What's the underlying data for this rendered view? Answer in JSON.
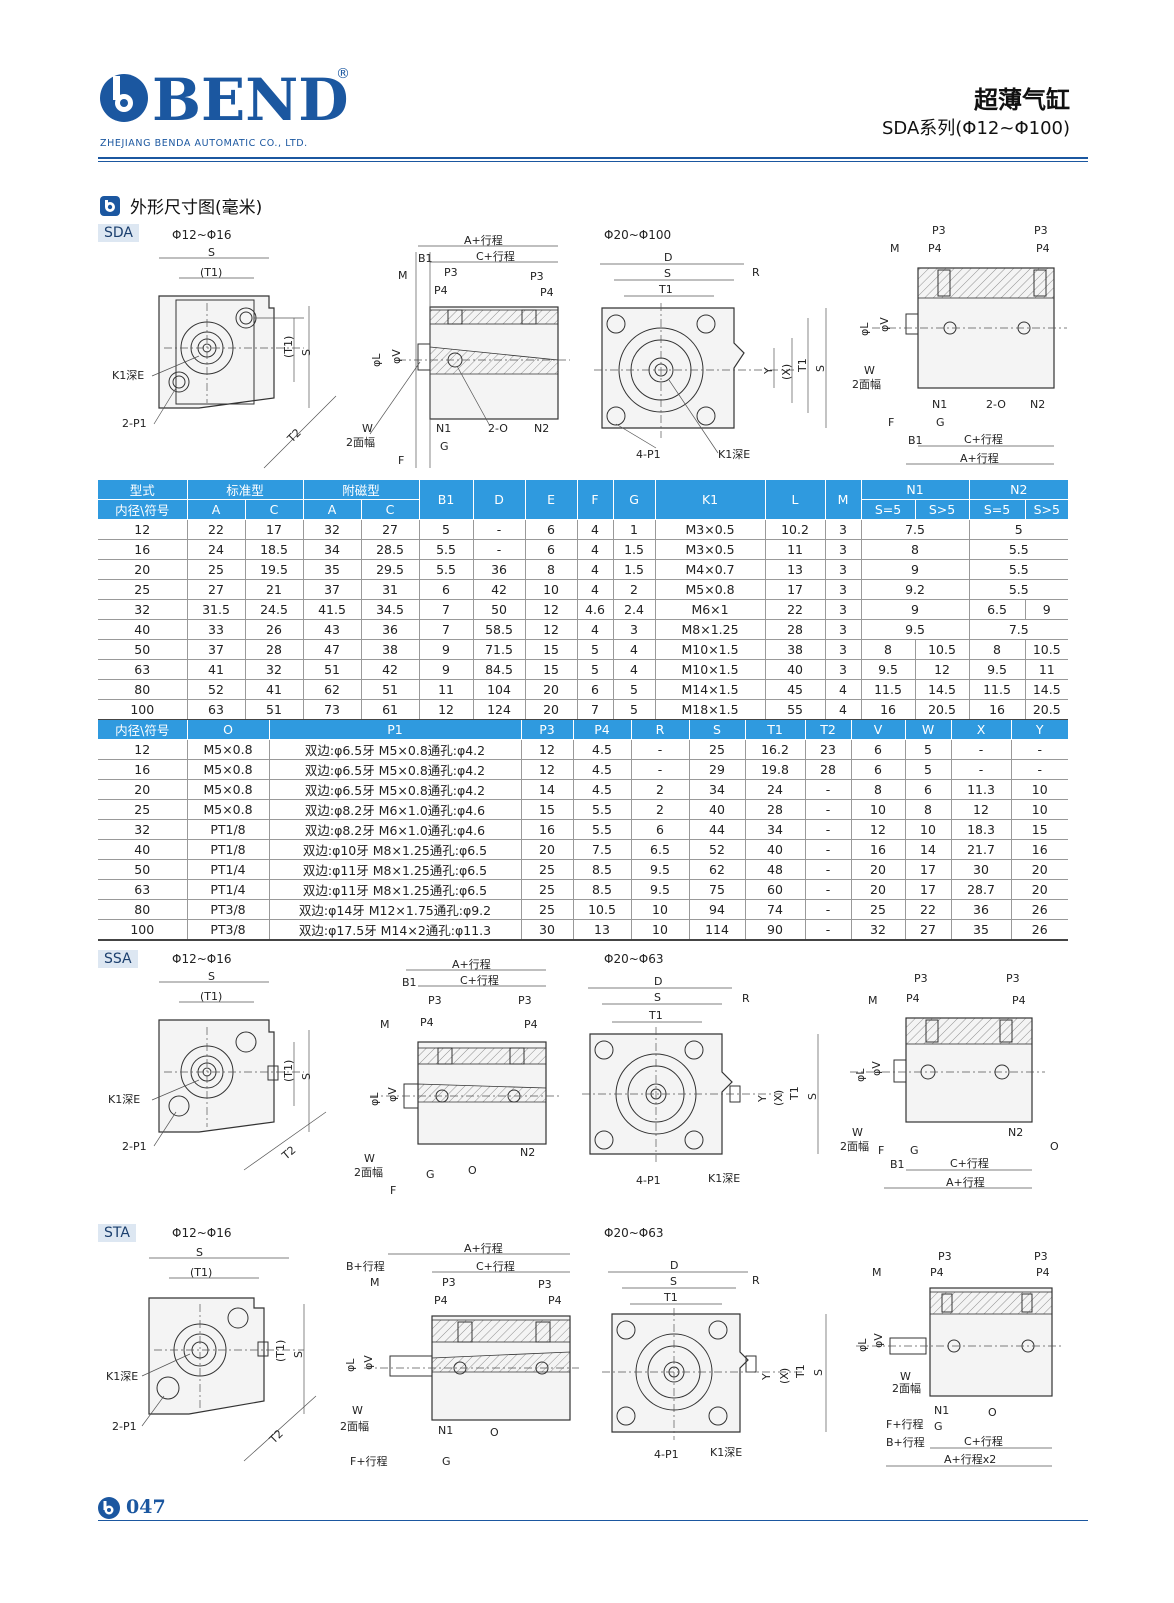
{
  "header": {
    "brand": "BEND",
    "brand_mark": "®",
    "company": "ZHEJIANG BENDA AUTOMATIC CO., LTD.",
    "title": "超薄气缸",
    "subtitle": "SDA系列(Φ12~Φ100)"
  },
  "section": {
    "title": "外形尺寸图(毫米)"
  },
  "sda": {
    "tag": "SDA",
    "small_range": "Φ12~Φ16",
    "large_range": "Φ20~Φ100",
    "labels": {
      "S": "S",
      "T1p": "(T1)",
      "K1": "K1深E",
      "P1": "2-P1",
      "T2": "T2",
      "Tp": "(T1)",
      "A": "A+行程",
      "C": "C+行程",
      "B1": "B1",
      "M": "M",
      "P3": "P3",
      "P4": "P4",
      "phiL": "φL",
      "phiV": "φV",
      "W": "W",
      "W2": "2面幅",
      "N1": "N1",
      "O2": "2-O",
      "N2": "N2",
      "G": "G",
      "F": "F",
      "D": "D",
      "R": "R",
      "T1": "T1",
      "Y": "Y",
      "X": "(X)",
      "P14": "4-P1",
      "K1b": "K1深E"
    }
  },
  "table1": {
    "header_row1": [
      "型式",
      "标准型",
      "附磁型",
      "B1",
      "D",
      "E",
      "F",
      "G",
      "K1",
      "L",
      "M",
      "N1",
      "N2"
    ],
    "header_row2": [
      "内径\\符号",
      "A",
      "C",
      "A",
      "C",
      "S=5",
      "S>5",
      "S=5",
      "S>5"
    ],
    "rows": [
      [
        "12",
        "22",
        "17",
        "32",
        "27",
        "5",
        "-",
        "6",
        "4",
        "1",
        "M3×0.5",
        "10.2",
        "3",
        "7.5",
        "5"
      ],
      [
        "16",
        "24",
        "18.5",
        "34",
        "28.5",
        "5.5",
        "-",
        "6",
        "4",
        "1.5",
        "M3×0.5",
        "11",
        "3",
        "8",
        "5.5"
      ],
      [
        "20",
        "25",
        "19.5",
        "35",
        "29.5",
        "5.5",
        "36",
        "8",
        "4",
        "1.5",
        "M4×0.7",
        "13",
        "3",
        "9",
        "5.5"
      ],
      [
        "25",
        "27",
        "21",
        "37",
        "31",
        "6",
        "42",
        "10",
        "4",
        "2",
        "M5×0.8",
        "17",
        "3",
        "9.2",
        "5.5"
      ],
      [
        "32",
        "31.5",
        "24.5",
        "41.5",
        "34.5",
        "7",
        "50",
        "12",
        "4.6",
        "2.4",
        "M6×1",
        "22",
        "3",
        "9",
        "6.5",
        "9"
      ],
      [
        "40",
        "33",
        "26",
        "43",
        "36",
        "7",
        "58.5",
        "12",
        "4",
        "3",
        "M8×1.25",
        "28",
        "3",
        "9.5",
        "7.5"
      ],
      [
        "50",
        "37",
        "28",
        "47",
        "38",
        "9",
        "71.5",
        "15",
        "5",
        "4",
        "M10×1.5",
        "38",
        "3",
        "8",
        "10.5",
        "8",
        "10.5"
      ],
      [
        "63",
        "41",
        "32",
        "51",
        "42",
        "9",
        "84.5",
        "15",
        "5",
        "4",
        "M10×1.5",
        "40",
        "3",
        "9.5",
        "12",
        "9.5",
        "11"
      ],
      [
        "80",
        "52",
        "41",
        "62",
        "51",
        "11",
        "104",
        "20",
        "6",
        "5",
        "M14×1.5",
        "45",
        "4",
        "11.5",
        "14.5",
        "11.5",
        "14.5"
      ],
      [
        "100",
        "63",
        "51",
        "73",
        "61",
        "12",
        "124",
        "20",
        "7",
        "5",
        "M18×1.5",
        "55",
        "4",
        "16",
        "20.5",
        "16",
        "20.5"
      ]
    ]
  },
  "table2": {
    "header": [
      "内径\\符号",
      "O",
      "P1",
      "P3",
      "P4",
      "R",
      "S",
      "T1",
      "T2",
      "V",
      "W",
      "X",
      "Y"
    ],
    "rows": [
      [
        "12",
        "M5×0.8",
        "双边:φ6.5牙 M5×0.8通孔:φ4.2",
        "12",
        "4.5",
        "-",
        "25",
        "16.2",
        "23",
        "6",
        "5",
        "-",
        "-"
      ],
      [
        "16",
        "M5×0.8",
        "双边:φ6.5牙 M5×0.8通孔:φ4.2",
        "12",
        "4.5",
        "-",
        "29",
        "19.8",
        "28",
        "6",
        "5",
        "-",
        "-"
      ],
      [
        "20",
        "M5×0.8",
        "双边:φ6.5牙 M5×0.8通孔:φ4.2",
        "14",
        "4.5",
        "2",
        "34",
        "24",
        "-",
        "8",
        "6",
        "11.3",
        "10"
      ],
      [
        "25",
        "M5×0.8",
        "双边:φ8.2牙 M6×1.0通孔:φ4.6",
        "15",
        "5.5",
        "2",
        "40",
        "28",
        "-",
        "10",
        "8",
        "12",
        "10"
      ],
      [
        "32",
        "PT1/8",
        "双边:φ8.2牙 M6×1.0通孔:φ4.6",
        "16",
        "5.5",
        "6",
        "44",
        "34",
        "-",
        "12",
        "10",
        "18.3",
        "15"
      ],
      [
        "40",
        "PT1/8",
        "双边:φ10牙 M8×1.25通孔:φ6.5",
        "20",
        "7.5",
        "6.5",
        "52",
        "40",
        "-",
        "16",
        "14",
        "21.7",
        "16"
      ],
      [
        "50",
        "PT1/4",
        "双边:φ11牙 M8×1.25通孔:φ6.5",
        "25",
        "8.5",
        "9.5",
        "62",
        "48",
        "-",
        "20",
        "17",
        "30",
        "20"
      ],
      [
        "63",
        "PT1/4",
        "双边:φ11牙 M8×1.25通孔:φ6.5",
        "25",
        "8.5",
        "9.5",
        "75",
        "60",
        "-",
        "20",
        "17",
        "28.7",
        "20"
      ],
      [
        "80",
        "PT3/8",
        "双边:φ14牙 M12×1.75通孔:φ9.2",
        "25",
        "10.5",
        "10",
        "94",
        "74",
        "-",
        "25",
        "22",
        "36",
        "26"
      ],
      [
        "100",
        "PT3/8",
        "双边:φ17.5牙 M14×2通孔:φ11.3",
        "30",
        "13",
        "10",
        "114",
        "90",
        "-",
        "32",
        "27",
        "35",
        "26"
      ]
    ]
  },
  "ssa": {
    "tag": "SSA",
    "small_range": "Φ12~Φ16",
    "large_range": "Φ20~Φ63",
    "O": "O"
  },
  "sta": {
    "tag": "STA",
    "small_range": "Φ12~Φ16",
    "large_range": "Φ20~Φ63",
    "Bstroke": "B+行程",
    "Fstroke": "F+行程",
    "A2": "A+行程x2"
  },
  "footer": {
    "page": "047"
  },
  "colors": {
    "brand": "#1b57a0",
    "table_header": "#2f9adf"
  }
}
